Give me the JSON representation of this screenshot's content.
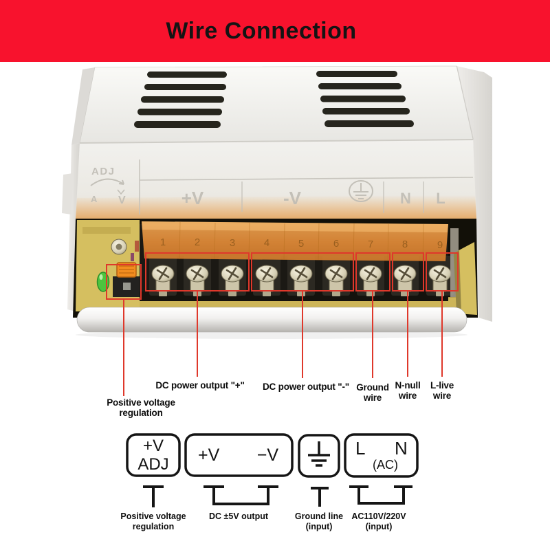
{
  "colors": {
    "banner": "#f8122d",
    "callout_red": "#df382b",
    "ink": "#141414"
  },
  "header": {
    "title": "Wire Connection"
  },
  "psu": {
    "adj_label": "ADJ",
    "adj_a": "A",
    "adj_v": "V",
    "terminals": {
      "vplus": "+V",
      "vminus": "-V",
      "n": "N",
      "l": "L"
    },
    "terminal_numbers": [
      "1",
      "2",
      "3",
      "4",
      "5",
      "6",
      "7",
      "8",
      "9"
    ]
  },
  "callouts": {
    "pot": [
      "Positive voltage",
      "regulation"
    ],
    "dc_plus": [
      "DC power output \"+\""
    ],
    "dc_minus": [
      "DC power output \"-\""
    ],
    "ground": [
      "Ground",
      "wire"
    ],
    "nnull": [
      "N-null",
      "wire"
    ],
    "llive": [
      "L-live",
      "wire"
    ]
  },
  "legend": {
    "adj": {
      "line1": "+V",
      "line2": "ADJ",
      "caption": [
        "Positive voltage",
        "regulation"
      ]
    },
    "dc": {
      "left": "+V",
      "right": "−V",
      "caption": [
        "DC ±5V output"
      ]
    },
    "ground": {
      "caption": [
        "Ground line",
        "(input)"
      ]
    },
    "ac": {
      "left": "L",
      "right": "N",
      "sub": "(AC)",
      "caption": [
        "AC110V/220V",
        "(input)"
      ]
    }
  }
}
